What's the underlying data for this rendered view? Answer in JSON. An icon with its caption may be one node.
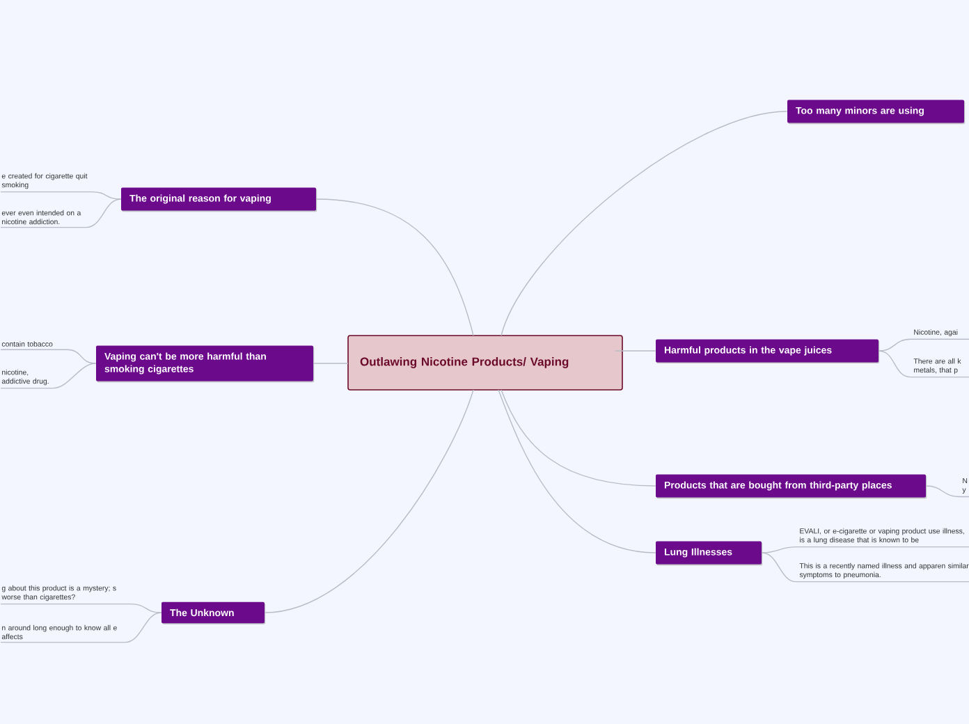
{
  "diagram": {
    "nodes": [
      {
        "text": [
          "Outlawing Nicotine Products/ Vaping"
        ]
      },
      {
        "text": [
          "Too many minors are using"
        ]
      },
      {
        "text": [
          "The original reason for vaping"
        ]
      },
      {
        "text": [
          "Harmful products in the vape juices"
        ]
      },
      {
        "text": [
          "Vaping can't be more harmful than smoking cigarettes"
        ]
      },
      {
        "text": [
          "Products that are bought from third-party places"
        ]
      },
      {
        "text": [
          "Lung Illnesses"
        ]
      },
      {
        "text": [
          "The Unknown"
        ]
      },
      {
        "text": [
          "e created for cigarette quit smoking"
        ]
      },
      {
        "text": [
          "ever even intended on a nicotine addiction."
        ]
      },
      {
        "text": [
          "contain tobacco"
        ]
      },
      {
        "text": [
          "nicotine, addictive drug."
        ]
      },
      {
        "text": [
          "Nicotine, agai"
        ]
      },
      {
        "text": [
          "There are all k metals, that p"
        ]
      },
      {
        "text": [
          "N y"
        ]
      },
      {
        "text": [
          "EVALI, or e-cigarette or vaping product use illness, is a lung disease that is known to be"
        ]
      },
      {
        "text": [
          "This is a recently named illness and apparen similar symptoms to pneumonia."
        ]
      },
      {
        "text": [
          "g about this product is a mystery; s worse than cigarettes?"
        ]
      },
      {
        "text": [
          "n around long enough to know all e affects"
        ]
      }
    ],
    "edges": [
      {
        "from": 0,
        "to": 1,
        "arrow": "none"
      },
      {
        "from": 0,
        "to": 2,
        "arrow": "none"
      },
      {
        "from": 0,
        "to": 3,
        "arrow": "none"
      },
      {
        "from": 0,
        "to": 4,
        "arrow": "none"
      },
      {
        "from": 0,
        "to": 5,
        "arrow": "none"
      },
      {
        "from": 0,
        "to": 6,
        "arrow": "none"
      },
      {
        "from": 0,
        "to": 7,
        "arrow": "none"
      },
      {
        "from": 2,
        "to": 8,
        "arrow": "none"
      },
      {
        "from": 2,
        "to": 9,
        "arrow": "none"
      },
      {
        "from": 4,
        "to": 10,
        "arrow": "none"
      },
      {
        "from": 4,
        "to": 11,
        "arrow": "none"
      },
      {
        "from": 3,
        "to": 12,
        "arrow": "none"
      },
      {
        "from": 3,
        "to": 13,
        "arrow": "none"
      },
      {
        "from": 5,
        "to": 14,
        "arrow": "none"
      },
      {
        "from": 6,
        "to": 15,
        "arrow": "none"
      },
      {
        "from": 6,
        "to": 16,
        "arrow": "none"
      },
      {
        "from": 7,
        "to": 17,
        "arrow": "none"
      },
      {
        "from": 7,
        "to": 18,
        "arrow": "none"
      }
    ]
  }
}
